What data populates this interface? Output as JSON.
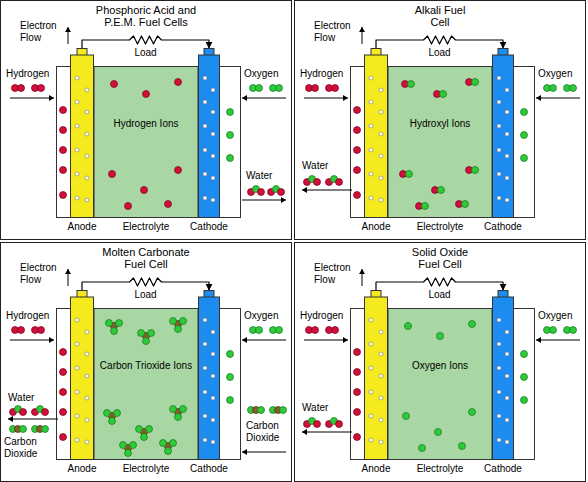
{
  "diagram": {
    "nodes": [
      {
        "text": [
          "Phosphoric Acid and P.E.M. Fuel Cells"
        ]
      },
      {
        "text": [
          "Anode"
        ],
        "in": 0
      },
      {
        "text": [
          "Hydrogen Ions",
          "Electrolyte"
        ],
        "in": 0
      },
      {
        "text": [
          "Cathode"
        ],
        "in": 0
      },
      {
        "text": [
          "Alkali Fuel Cell"
        ]
      },
      {
        "text": [
          "Anode"
        ],
        "in": 4
      },
      {
        "text": [
          "Hydroxyl Ions",
          "Electrolyte"
        ],
        "in": 4
      },
      {
        "text": [
          "Cathode"
        ],
        "in": 4
      },
      {
        "text": [
          "Molten Carbonate Fuel Cell"
        ]
      },
      {
        "text": [
          "Anode"
        ],
        "in": 8
      },
      {
        "text": [
          "Carbon Trioxide Ions",
          "Electrolyte"
        ],
        "in": 8
      },
      {
        "text": [
          "Cathode"
        ],
        "in": 8
      },
      {
        "text": [
          "Solid Oxide Fuel Cell"
        ]
      },
      {
        "text": [
          "Anode"
        ],
        "in": 12
      },
      {
        "text": [
          "Oxygen Ions",
          "Electrolyte"
        ],
        "in": 12
      },
      {
        "text": [
          "Cathode"
        ],
        "in": 12
      }
    ],
    "edges": [
      {
        "from": 1,
        "to": 3,
        "label": "Load",
        "arrow": "to"
      },
      {
        "from": 5,
        "to": 7,
        "label": "Load",
        "arrow": "to"
      },
      {
        "from": 9,
        "to": 11,
        "label": "Load",
        "arrow": "to"
      },
      {
        "from": 13,
        "to": 15,
        "label": "Load",
        "arrow": "to"
      }
    ],
    "labels": [
      "Electron Flow",
      "Hydrogen",
      "Oxygen",
      "Water",
      "Electron Flow",
      "Hydrogen",
      "Oxygen",
      "Water",
      "Electron Flow",
      "Hydrogen",
      "Oxygen",
      "Water",
      "Carbon Dioxide",
      "Carbon Dioxide",
      "Electron Flow",
      "Hydrogen",
      "Oxygen",
      "Water"
    ]
  }
}
